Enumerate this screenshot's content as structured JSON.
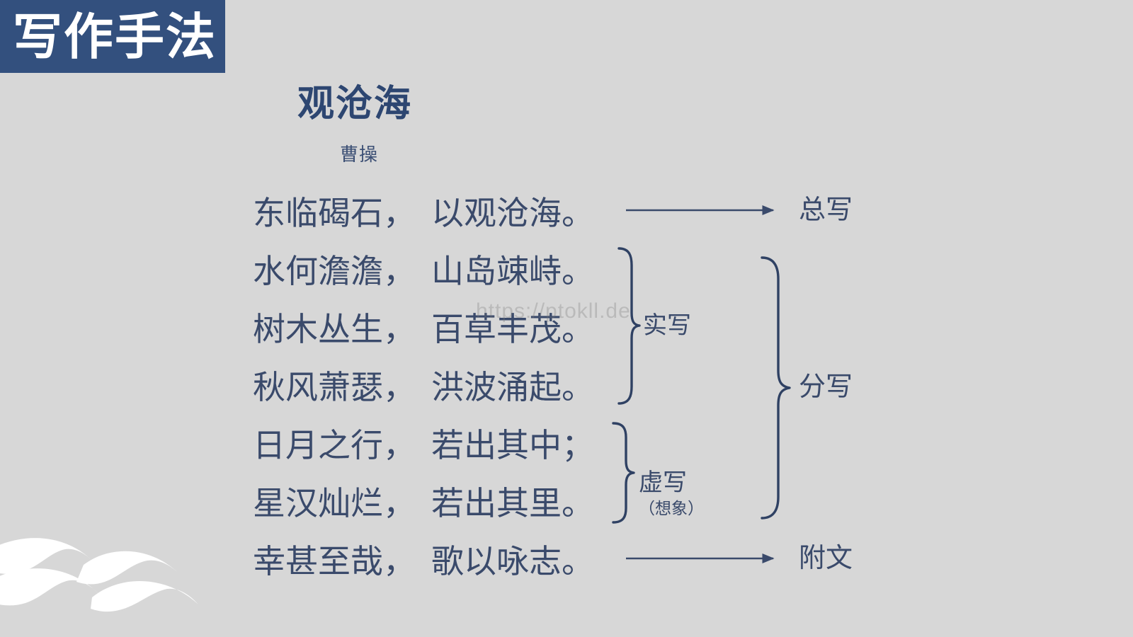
{
  "slide": {
    "background_color": "#d7d7d7",
    "accent_color": "#33507e",
    "text_color": "#3a4a6b"
  },
  "header": {
    "title": "写作手法",
    "banner_color": "#33507e",
    "text_color": "#ffffff"
  },
  "poem": {
    "title": "观沧海",
    "author": "曹操",
    "lines": [
      {
        "first": "东临碣石，",
        "second": "以观沧海。"
      },
      {
        "first": "水何澹澹，",
        "second": "山岛竦峙。"
      },
      {
        "first": "树木丛生，",
        "second": "百草丰茂。"
      },
      {
        "first": "秋风萧瑟，",
        "second": "洪波涌起。"
      },
      {
        "first": "日月之行，",
        "second": "若出其中；"
      },
      {
        "first": "星汉灿烂，",
        "second": "若出其里。"
      },
      {
        "first": "幸甚至哉，",
        "second": "歌以咏志。"
      }
    ]
  },
  "annotations": {
    "overall": "总写",
    "real": "实写",
    "imaginary": "虚写",
    "imaginary_note": "（想象）",
    "split": "分写",
    "appendix": "附文"
  },
  "watermark": {
    "text": "https://ptokll.de"
  },
  "decoration": {
    "wave_color": "#ffffff",
    "wave_name": "wave-ornament"
  }
}
